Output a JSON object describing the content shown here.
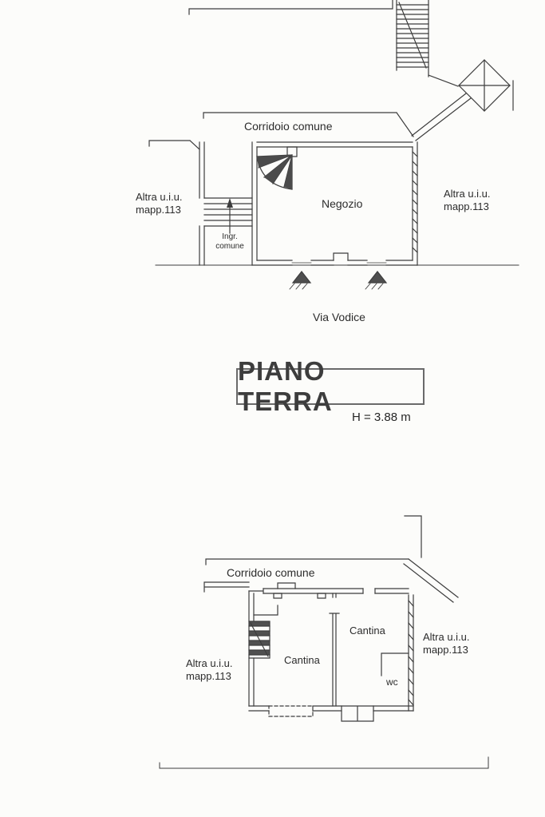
{
  "colors": {
    "paper": "#fcfcfa",
    "ink": "#3a3a3a"
  },
  "ground_floor": {
    "corridor": "Corridoio comune",
    "shop": "Negozio",
    "left_unit": "Altra u.i.u.\nmapp.113",
    "right_unit": "Altra u.i.u.\nmapp.113",
    "entrance": "Ingr.\ncomune",
    "street": "Via Vodice"
  },
  "title_block": {
    "title": "PIANO TERRA",
    "height_note": "H = 3.88 m"
  },
  "basement": {
    "corridor": "Corridoio comune",
    "cellar_left": "Cantina",
    "cellar_right": "Cantina",
    "wc": "wc",
    "left_unit": "Altra u.i.u.\nmapp.113",
    "right_unit": "Altra u.i.u.\nmapp.113"
  }
}
